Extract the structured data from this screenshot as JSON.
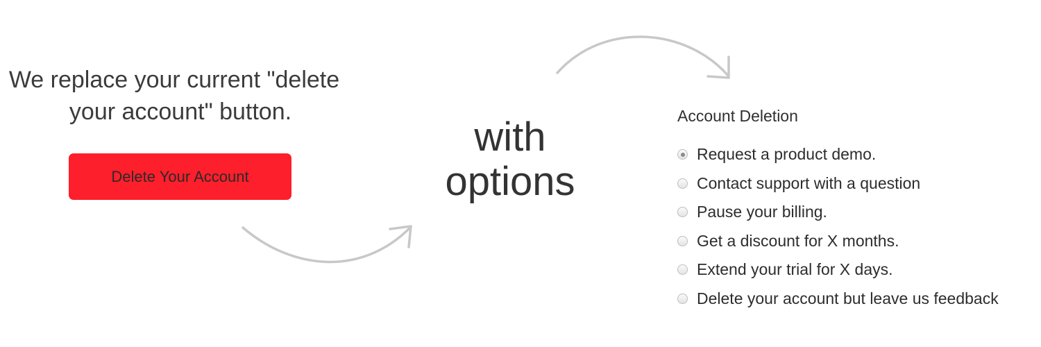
{
  "intro": {
    "line1": "We replace your current \"delete",
    "line2": "your account\" button."
  },
  "delete_button": {
    "label": "Delete Your Account",
    "color": "#fd1f2b"
  },
  "transition": {
    "line1": "with",
    "line2": "options"
  },
  "account_deletion": {
    "title": "Account Deletion",
    "selected_index": 0,
    "options": [
      "Request a product demo.",
      "Contact support with a question",
      "Pause your billing.",
      "Get a discount for X months.",
      "Extend your trial for X days.",
      "Delete your account but leave us feedback"
    ]
  },
  "icons": {
    "arrows": [
      "curved-arrow-icon",
      "curved-arrow-icon"
    ]
  }
}
